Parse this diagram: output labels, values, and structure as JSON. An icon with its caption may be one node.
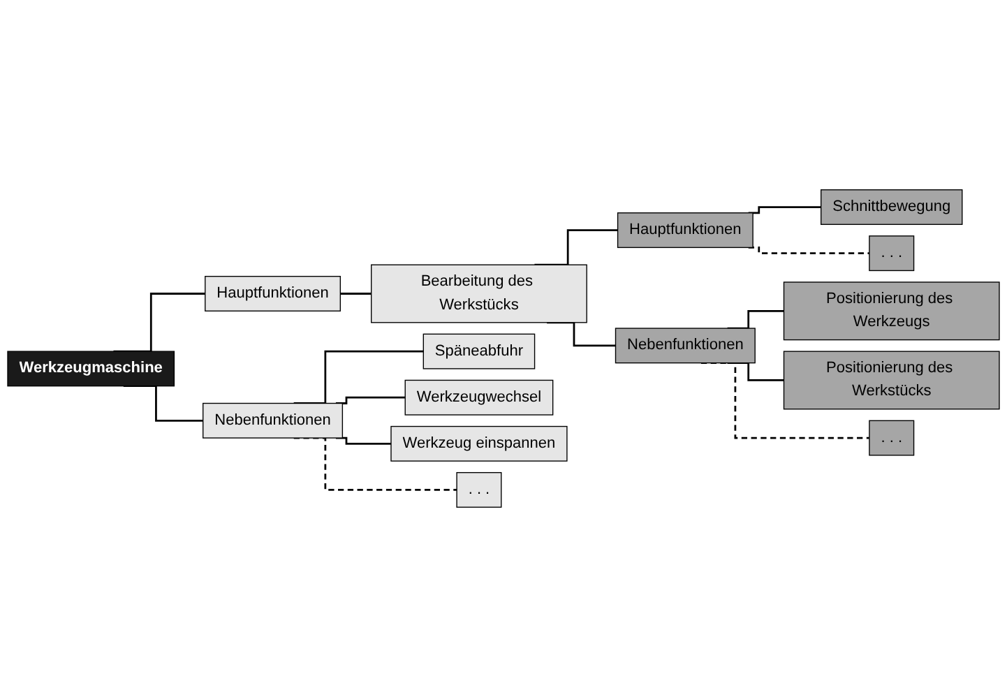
{
  "diagram": {
    "nodes": [
      {
        "text": [
          "Werkzeugmaschine"
        ]
      },
      {
        "text": [
          "Hauptfunktionen"
        ]
      },
      {
        "text": [
          "Bearbeitung des Werkstücks"
        ]
      },
      {
        "text": [
          "Hauptfunktionen"
        ]
      },
      {
        "text": [
          "Schnittbewegung"
        ]
      },
      {
        "text": [
          ". . ."
        ]
      },
      {
        "text": [
          "Nebenfunktionen"
        ]
      },
      {
        "text": [
          "Positionierung des Werkzeugs"
        ]
      },
      {
        "text": [
          "Positionierung des Werkstücks"
        ]
      },
      {
        "text": [
          ". . ."
        ]
      },
      {
        "text": [
          "Nebenfunktionen"
        ]
      },
      {
        "text": [
          "Späneabfuhr"
        ]
      },
      {
        "text": [
          "Werkzeugwechsel"
        ]
      },
      {
        "text": [
          "Werkzeug einspannen"
        ]
      },
      {
        "text": [
          ". . ."
        ]
      }
    ],
    "edges": [
      {
        "from": 0,
        "to": 1,
        "arrow": "none"
      },
      {
        "from": 1,
        "to": 2,
        "arrow": "none"
      },
      {
        "from": 2,
        "to": 3,
        "arrow": "none"
      },
      {
        "from": 3,
        "to": 4,
        "arrow": "none"
      },
      {
        "from": 3,
        "to": 5,
        "arrow": "none",
        "style": "dashed"
      },
      {
        "from": 2,
        "to": 6,
        "arrow": "none"
      },
      {
        "from": 6,
        "to": 7,
        "arrow": "none"
      },
      {
        "from": 6,
        "to": 8,
        "arrow": "none"
      },
      {
        "from": 6,
        "to": 9,
        "arrow": "none",
        "style": "dashed"
      },
      {
        "from": 0,
        "to": 10,
        "arrow": "none"
      },
      {
        "from": 10,
        "to": 11,
        "arrow": "none"
      },
      {
        "from": 10,
        "to": 12,
        "arrow": "none"
      },
      {
        "from": 10,
        "to": 13,
        "arrow": "none"
      },
      {
        "from": 10,
        "to": 14,
        "arrow": "none",
        "style": "dashed"
      }
    ]
  }
}
